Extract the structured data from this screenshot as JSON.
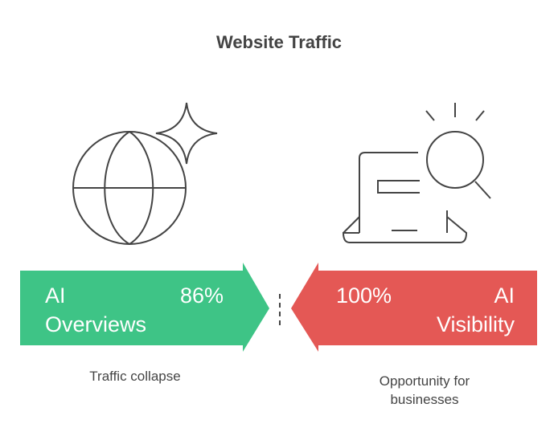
{
  "title": "Website Traffic",
  "left": {
    "label_line1": "AI",
    "label_line2": "Overviews",
    "value": "86%",
    "caption": "Traffic collapse",
    "color": "#3ec486",
    "icon": "globe-sparkle-icon"
  },
  "right": {
    "label_line1": "AI",
    "label_line2": "Visibility",
    "value": "100%",
    "caption_line1": "Opportunity for",
    "caption_line2": "businesses",
    "color": "#e45855",
    "icon": "laptop-search-icon"
  }
}
